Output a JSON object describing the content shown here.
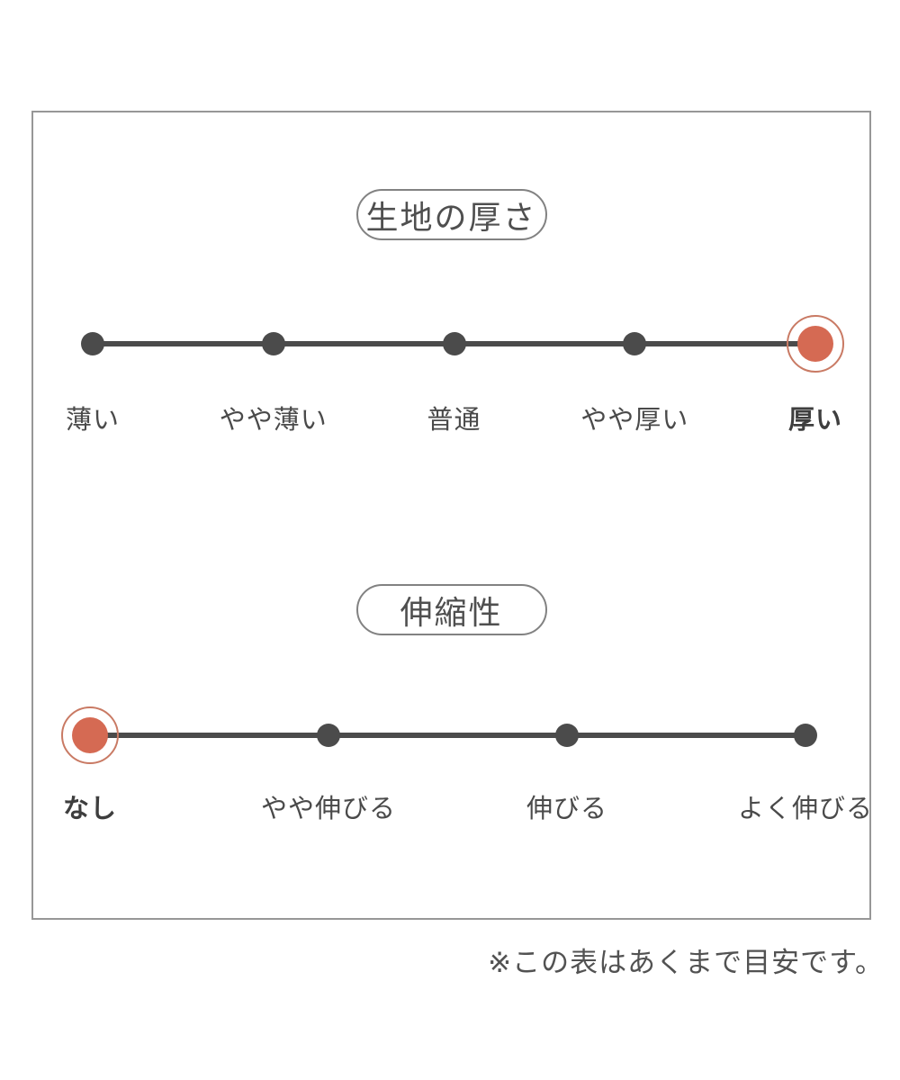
{
  "chart_data": [
    {
      "type": "rating-scale",
      "title": "生地の厚さ",
      "categories": [
        "薄い",
        "やや薄い",
        "普通",
        "やや厚い",
        "厚い"
      ],
      "selected": "厚い",
      "selected_index": 4,
      "levels": 5,
      "selected_value": 5
    },
    {
      "type": "rating-scale",
      "title": "伸縮性",
      "categories": [
        "なし",
        "やや伸びる",
        "伸びる",
        "よく伸びる"
      ],
      "selected": "なし",
      "selected_index": 0,
      "levels": 4,
      "selected_value": 1
    }
  ],
  "footnote": "※この表はあくまで目安です。",
  "colors": {
    "accent": "#d56a53",
    "accent_ring": "#c97a64",
    "dot": "#4b4b4b",
    "line": "#4b4b4b",
    "text": "#4a4a4a",
    "pill_border": "#828282",
    "frame_border": "#979797"
  }
}
